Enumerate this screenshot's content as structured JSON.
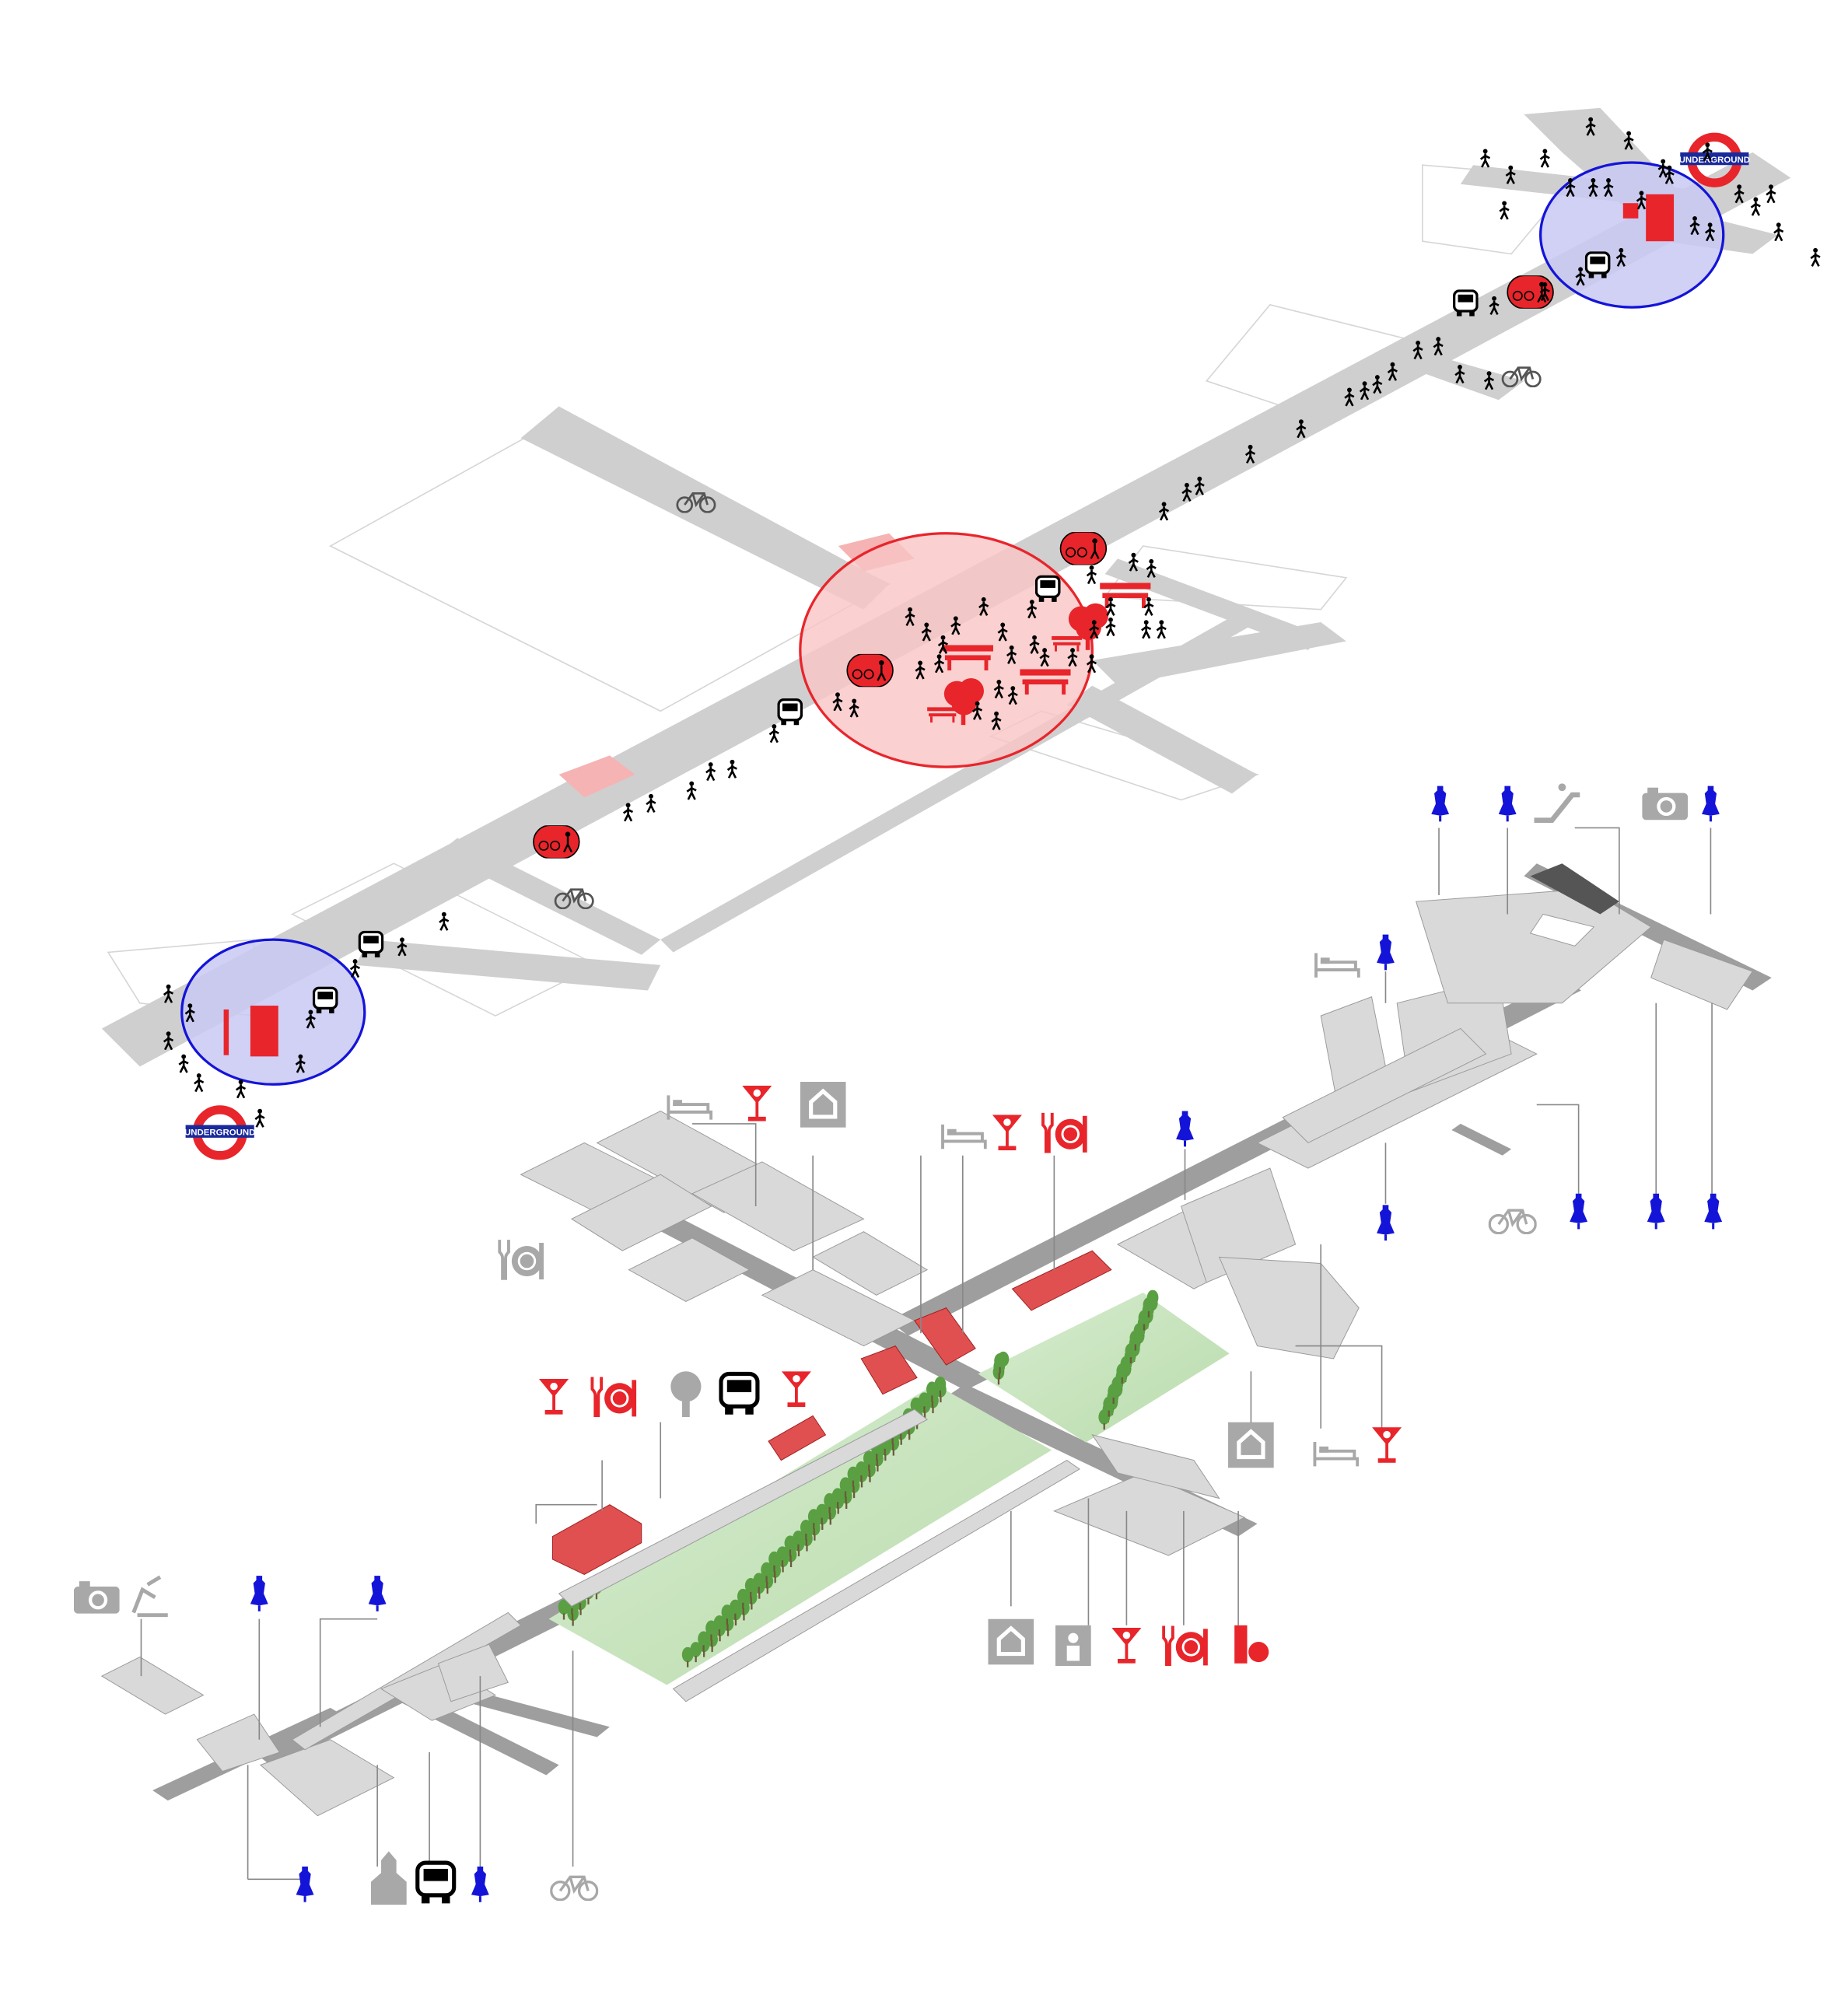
{
  "stations": [
    {
      "label": "UNDERGROUND"
    },
    {
      "label": "UNDERGROUND"
    }
  ],
  "colors": {
    "road": "#cfcfcf",
    "building": "#d9d9d9",
    "accent_red": "#e8252b",
    "accent_blue": "#1414d8",
    "park": "#cfe8c4",
    "tree": "#5aa043",
    "icon_gray": "#a8a8a8",
    "people": "#000000"
  },
  "zones": [
    {
      "type": "station-catchment",
      "color": "blue"
    },
    {
      "type": "central-public-space",
      "color": "red"
    },
    {
      "type": "station-catchment",
      "color": "blue"
    }
  ]
}
